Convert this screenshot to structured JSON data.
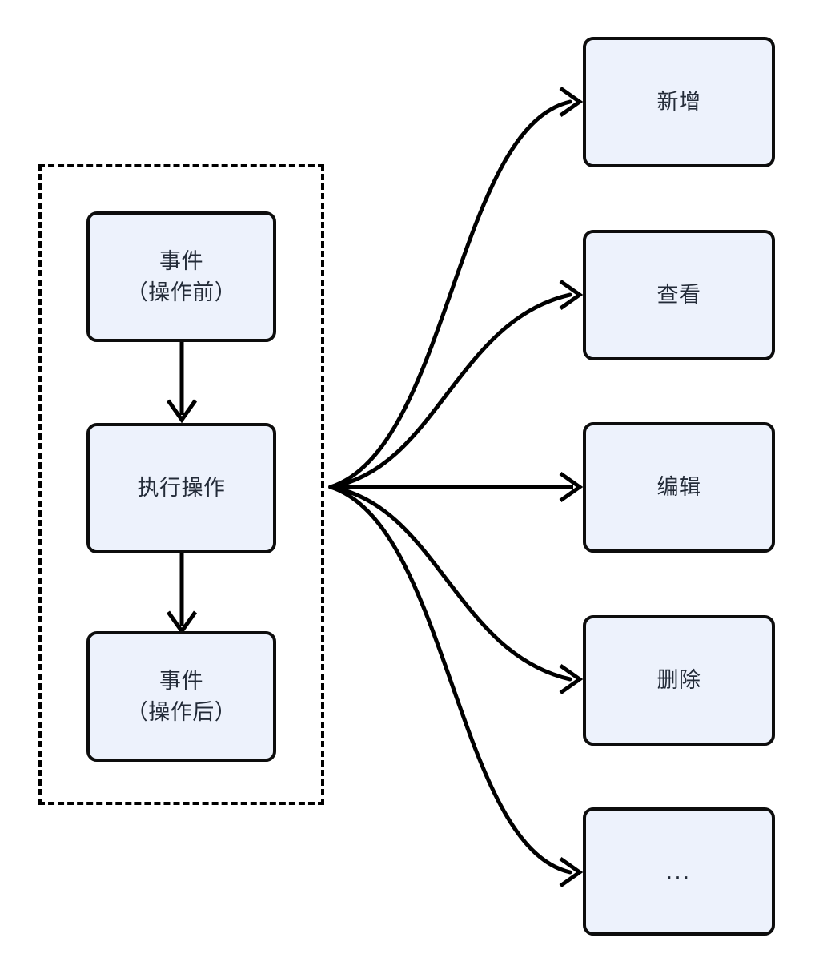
{
  "diagram": {
    "type": "flowchart",
    "orientation": "left-to-right fan-out",
    "background_color": "#ffffff",
    "node_fill_color": "#edf2fc",
    "node_border_color": "#0d0d0d",
    "text_color": "#232b38",
    "edge_color": "#000000",
    "group": {
      "label": "",
      "border_style": "dashed",
      "nodes": [
        {
          "id": "event-before",
          "label": "事件\n（操作前）"
        },
        {
          "id": "perform-action",
          "label": "执行操作"
        },
        {
          "id": "event-after",
          "label": "事件\n（操作后）"
        }
      ],
      "internal_edges": [
        {
          "from": "event-before",
          "to": "perform-action",
          "style": "straight-arrow-down"
        },
        {
          "from": "perform-action",
          "to": "event-after",
          "style": "straight-arrow-down"
        }
      ]
    },
    "operations": [
      {
        "id": "op-create",
        "label": "新增"
      },
      {
        "id": "op-view",
        "label": "查看"
      },
      {
        "id": "op-edit",
        "label": "编辑"
      },
      {
        "id": "op-delete",
        "label": "删除"
      },
      {
        "id": "op-more",
        "label": "..."
      }
    ],
    "fanout_edges": [
      {
        "from": "perform-action",
        "to": "op-create",
        "style": "curved-arrow"
      },
      {
        "from": "perform-action",
        "to": "op-view",
        "style": "curved-arrow"
      },
      {
        "from": "perform-action",
        "to": "op-edit",
        "style": "straight-arrow"
      },
      {
        "from": "perform-action",
        "to": "op-delete",
        "style": "curved-arrow"
      },
      {
        "from": "perform-action",
        "to": "op-more",
        "style": "curved-arrow"
      }
    ]
  }
}
